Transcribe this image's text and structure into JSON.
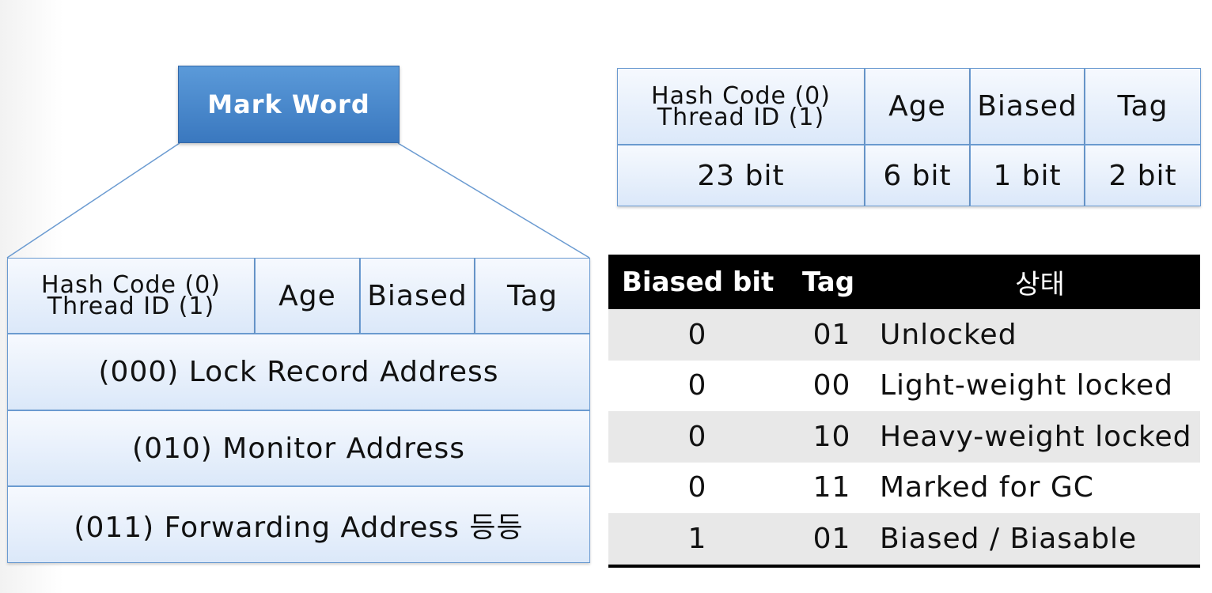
{
  "mark_word": {
    "title": "Mark Word",
    "header": {
      "hash_line1": "Hash Code (0)",
      "hash_line2": "Thread ID (1)",
      "age": "Age",
      "biased": "Biased",
      "tag": "Tag"
    },
    "rows": [
      "(000) Lock Record Address",
      "(010) Monitor Address",
      "(011) Forwarding Address 등등"
    ]
  },
  "bit_layout": {
    "header": {
      "hash_line1": "Hash Code (0)",
      "hash_line2": "Thread ID (1)",
      "age": "Age",
      "biased": "Biased",
      "tag": "Tag"
    },
    "bits": {
      "hash": "23 bit",
      "age": "6 bit",
      "biased": "1 bit",
      "tag": "2 bit"
    }
  },
  "state_table": {
    "headers": [
      "Biased bit",
      "Tag",
      "상태"
    ],
    "rows": [
      [
        "0",
        "01",
        "Unlocked"
      ],
      [
        "0",
        "00",
        "Light-weight locked"
      ],
      [
        "0",
        "10",
        "Heavy-weight locked"
      ],
      [
        "0",
        "11",
        "Marked for GC"
      ],
      [
        "1",
        "01",
        "Biased / Biasable"
      ]
    ]
  },
  "colors": {
    "box_border": "#6b9bd1",
    "mark_word_fill": "#4a89cc",
    "table_header": "#000000",
    "row_shade": "#e8e8e8"
  }
}
